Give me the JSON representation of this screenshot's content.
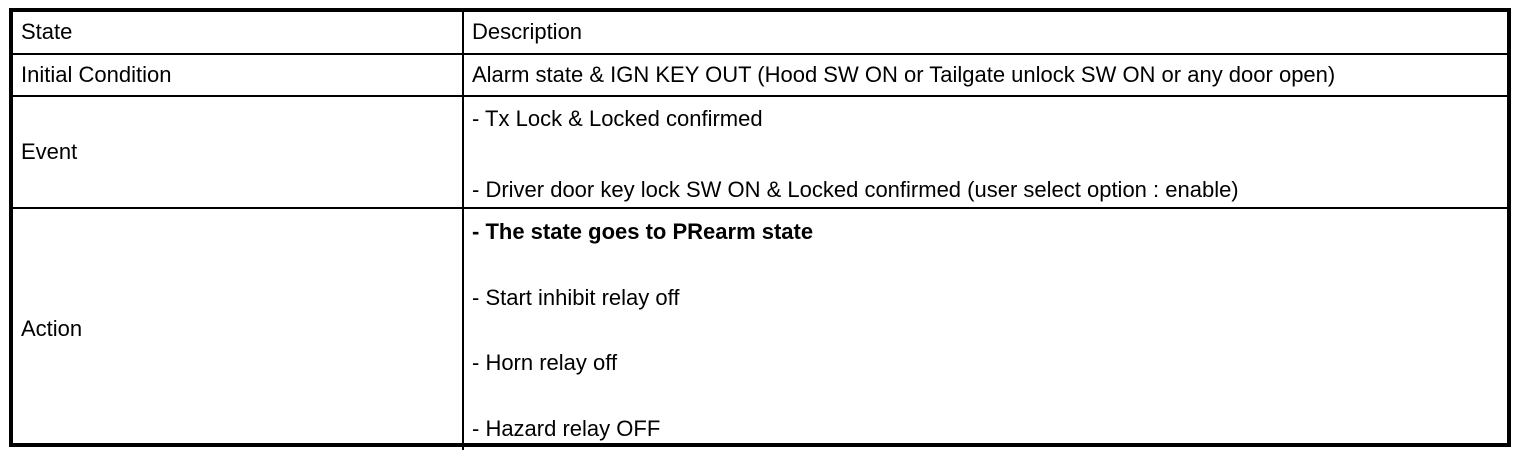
{
  "table": {
    "headers": {
      "state": "State",
      "description": "Description"
    },
    "rows": [
      {
        "state": "Initial Condition",
        "description_single": "Alarm state & IGN KEY OUT (Hood SW ON or Tailgate unlock SW ON or any door open)"
      },
      {
        "state": "Event",
        "items": [
          "-  Tx Lock & Locked confirmed",
          "-  Driver door key lock SW ON & Locked confirmed (user select option : enable)"
        ]
      },
      {
        "state": "Action",
        "items": [
          "-  The state goes to PRearm state",
          "-  Start inhibit relay off",
          "-  Horn relay off",
          "-  Hazard relay OFF"
        ]
      }
    ]
  },
  "colors": {
    "border": "#000000",
    "text": "#000000",
    "background": "#ffffff"
  }
}
